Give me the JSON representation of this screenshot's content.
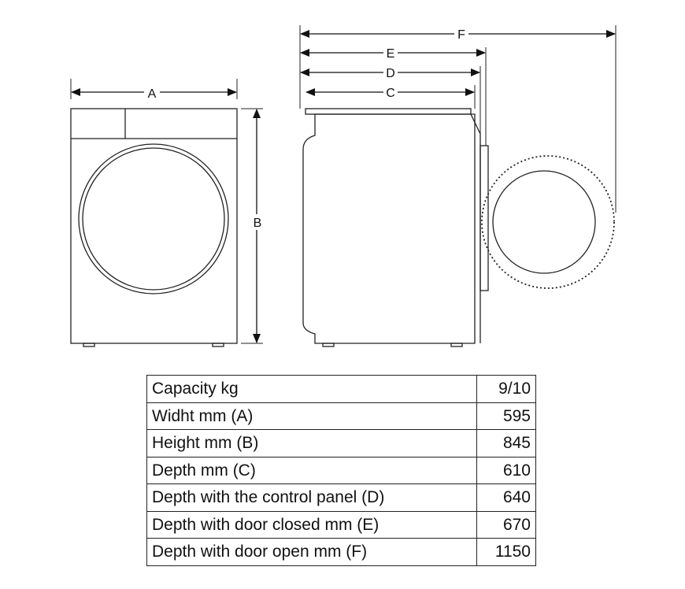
{
  "dimension_labels": {
    "a": "A",
    "b": "B",
    "c": "C",
    "d": "D",
    "e": "E",
    "f": "F"
  },
  "spec_table": [
    {
      "label": "Capacity kg",
      "value": "9/10"
    },
    {
      "label": "Widht mm (A)",
      "value": "595"
    },
    {
      "label": "Height mm (B)",
      "value": "845"
    },
    {
      "label": "Depth mm (C)",
      "value": "610"
    },
    {
      "label": "Depth with the control panel (D)",
      "value": "640"
    },
    {
      "label": "Depth with door closed mm (E)",
      "value": "670"
    },
    {
      "label": "Depth with door open mm (F)",
      "value": "1150"
    }
  ]
}
